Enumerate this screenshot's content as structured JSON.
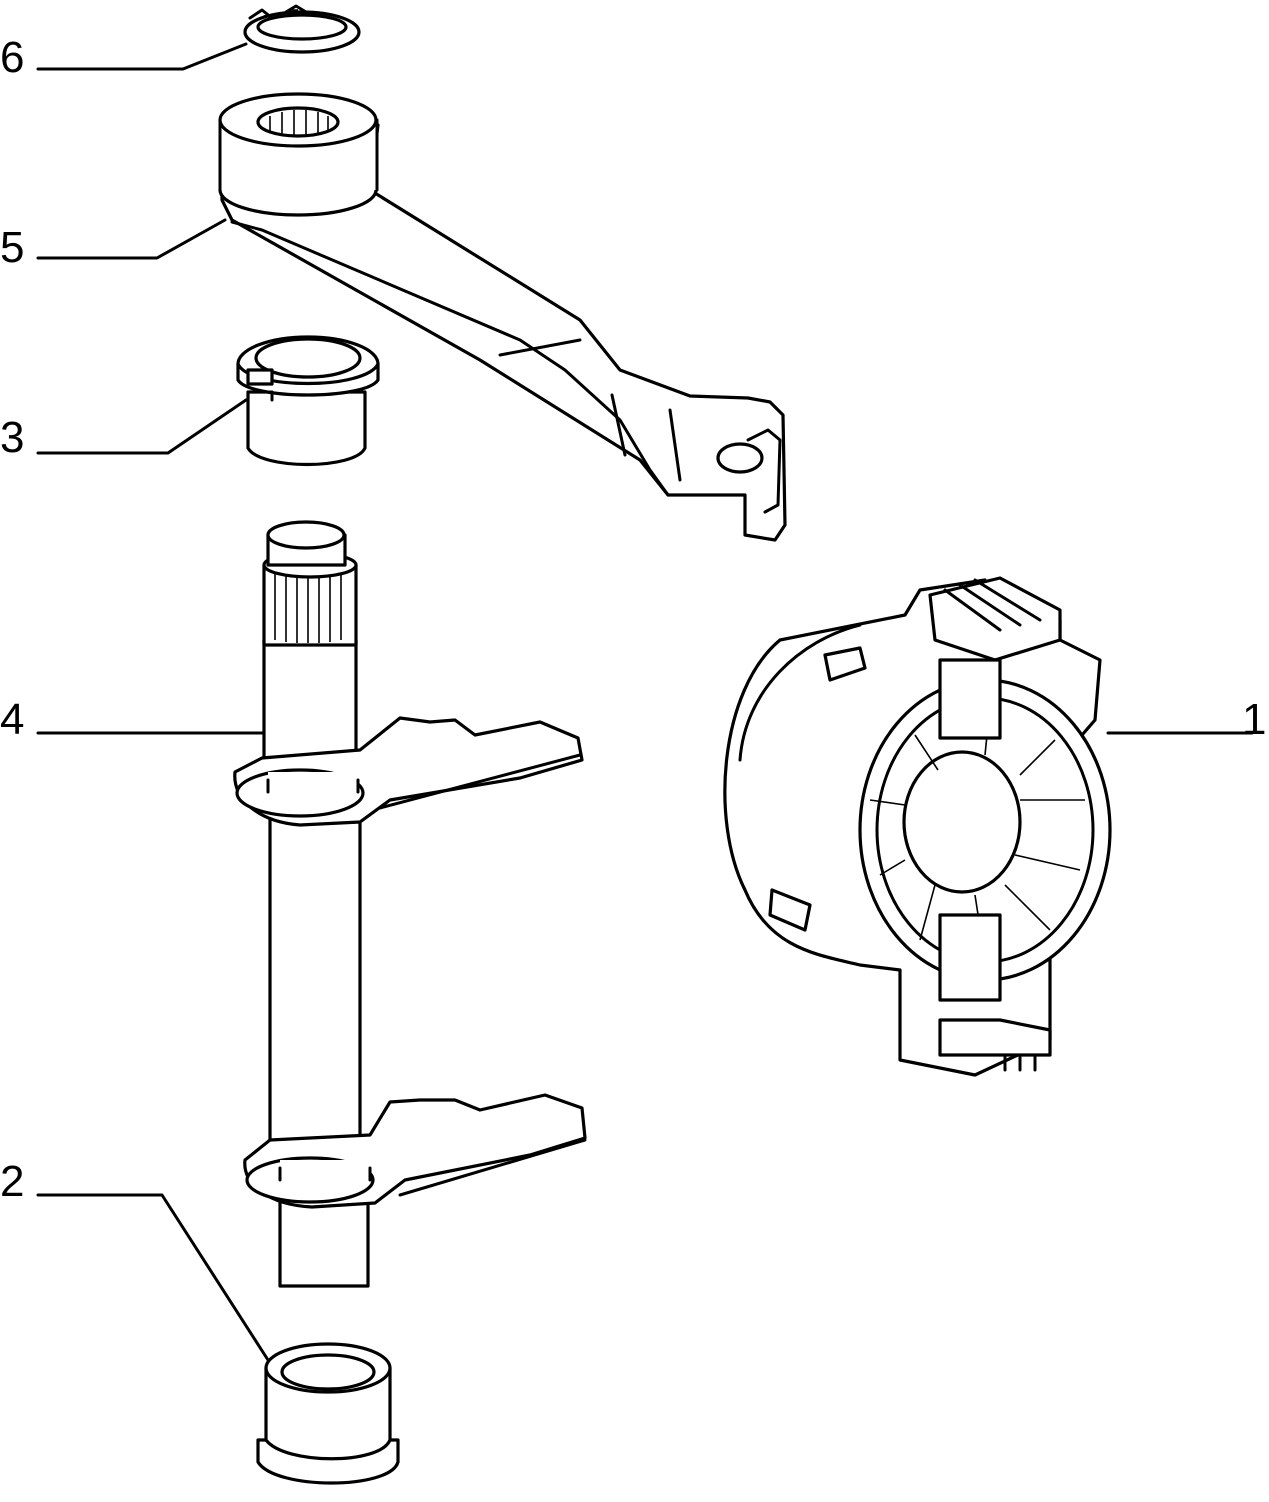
{
  "diagram": {
    "callouts": [
      {
        "id": "6",
        "label": "6"
      },
      {
        "id": "5",
        "label": "5"
      },
      {
        "id": "3",
        "label": "3"
      },
      {
        "id": "4",
        "label": "4"
      },
      {
        "id": "1",
        "label": "1"
      },
      {
        "id": "2",
        "label": "2"
      }
    ],
    "colors": {
      "line": "#000000",
      "background": "#ffffff"
    }
  }
}
